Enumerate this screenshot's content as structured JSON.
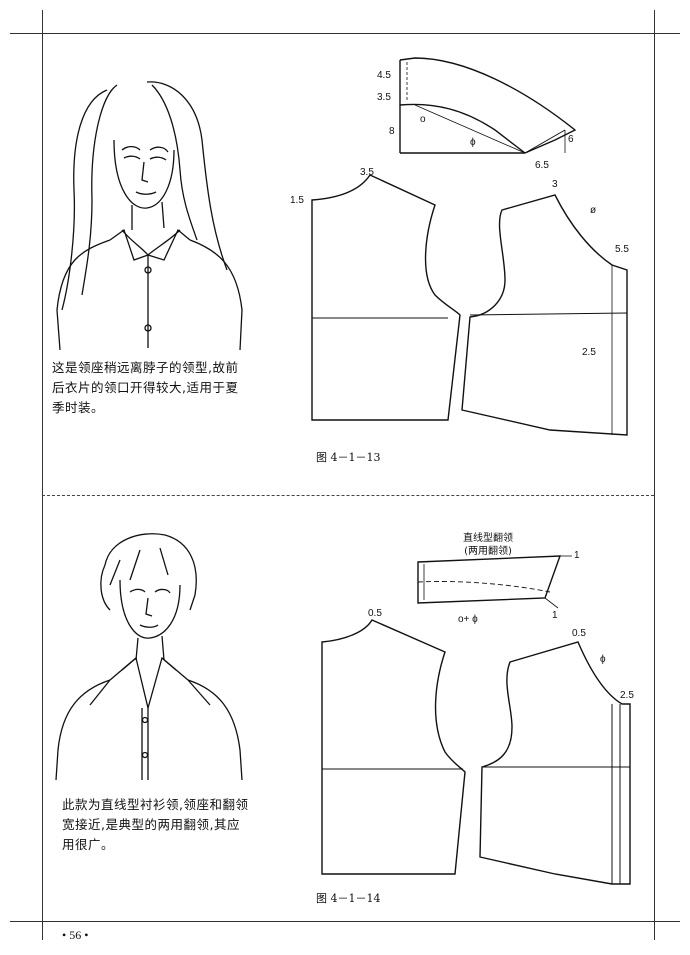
{
  "section1": {
    "description": "这是领座稍远离脖子的领型,故前后衣片的领口开得较大,适用于夏季时装。",
    "figure_caption": "图 4－1－13",
    "collar_dims": [
      "4.5",
      "3.5",
      "8",
      "6",
      "6.5"
    ],
    "collar_symbols": {
      "circle": "o",
      "phi": "ϕ"
    },
    "front_dims": [
      "3.5",
      "1.5"
    ],
    "back_dims": [
      "3",
      "5.5",
      "2.5"
    ],
    "back_symbol": "ø"
  },
  "section2": {
    "collar_title_line1": "直线型翻领",
    "collar_title_line2": "(两用翻领)",
    "collar_dims": [
      "1",
      "1"
    ],
    "collar_formula": "o+ ϕ",
    "front_dims": [
      "0.5"
    ],
    "back_dims": [
      "0.5",
      "2.5"
    ],
    "back_symbol": "ϕ",
    "description": "此款为直线型衬衫领,领座和翻领宽接近,是典型的两用翻领,其应用很广。",
    "figure_caption": "图 4－1－14"
  },
  "footer": {
    "page_number": "• 56 •"
  }
}
